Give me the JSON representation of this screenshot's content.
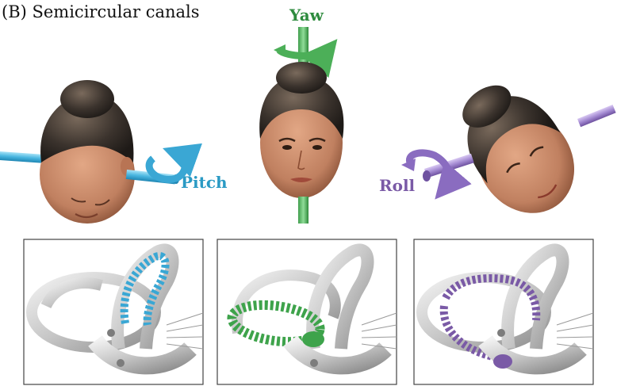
{
  "figure": {
    "title": "(B)  Semicircular canals"
  },
  "rotations": [
    {
      "label": "Pitch",
      "color": "#2a9ac4"
    },
    {
      "label": "Yaw",
      "color": "#2e8b3e"
    },
    {
      "label": "Roll",
      "color": "#7a5aa6"
    }
  ],
  "colors": {
    "pitch_rod": "#5cc3ea",
    "yaw_rod": "#5bbf68",
    "roll_rod": "#a98fd6",
    "hair": "#3a322c",
    "skin": "#c98a68",
    "canal_gray": "#c9c9c9",
    "canal_dark": "#7c7c7c"
  }
}
